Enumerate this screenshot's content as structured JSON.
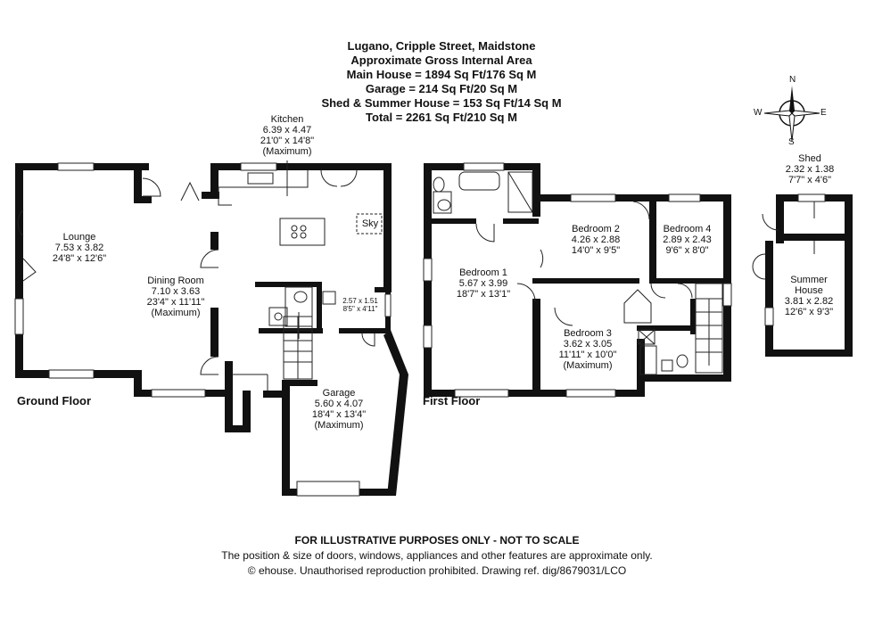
{
  "header": {
    "address": "Lugano, Cripple Street, Maidstone",
    "subtitle": "Approximate Gross Internal Area",
    "main_house": "Main House = 1894 Sq Ft/176 Sq M",
    "garage_area": "Garage = 214 Sq Ft/20 Sq M",
    "shed_summer": "Shed & Summer House = 153 Sq Ft/14 Sq M",
    "total": "Total = 2261 Sq Ft/210 Sq M"
  },
  "floors": {
    "ground": "Ground Floor",
    "first": "First Floor"
  },
  "rooms": {
    "kitchen": {
      "name": "Kitchen",
      "metric": "6.39 x 4.47",
      "imperial": "21'0\" x 14'8\"",
      "note": "(Maximum)"
    },
    "lounge": {
      "name": "Lounge",
      "metric": "7.53 x 3.82",
      "imperial": "24'8\" x 12'6\""
    },
    "dining": {
      "name": "Dining Room",
      "metric": "7.10 x 3.63",
      "imperial": "23'4\" x 11'11\"",
      "note": "(Maximum)"
    },
    "utility": {
      "metric": "2.57 x 1.51",
      "imperial": "8'5\" x 4'11\""
    },
    "garage": {
      "name": "Garage",
      "metric": "5.60 x 4.07",
      "imperial": "18'4\" x 13'4\"",
      "note": "(Maximum)"
    },
    "bedroom1": {
      "name": "Bedroom 1",
      "metric": "5.67 x 3.99",
      "imperial": "18'7\" x 13'1\""
    },
    "bedroom2": {
      "name": "Bedroom 2",
      "metric": "4.26 x 2.88",
      "imperial": "14'0\" x 9'5\""
    },
    "bedroom3": {
      "name": "Bedroom 3",
      "metric": "3.62 x 3.05",
      "imperial": "11'11\" x 10'0\"",
      "note": "(Maximum)"
    },
    "bedroom4": {
      "name": "Bedroom 4",
      "metric": "2.89 x 2.43",
      "imperial": "9'6\" x 8'0\""
    },
    "shed": {
      "name": "Shed",
      "metric": "2.32 x 1.38",
      "imperial": "7'7\" x 4'6\""
    },
    "summer": {
      "name": "Summer",
      "name2": "House",
      "metric": "3.81 x 2.82",
      "imperial": "12'6\" x 9'3\""
    },
    "sky_label": "Sky"
  },
  "compass": {
    "n": "N",
    "s": "S",
    "e": "E",
    "w": "W"
  },
  "footer": {
    "line1": "FOR ILLUSTRATIVE PURPOSES ONLY - NOT TO SCALE",
    "line2": "The position & size of doors, windows, appliances and other features are approximate only.",
    "line3": "© ehouse. Unauthorised reproduction prohibited. Drawing ref. dig/8679031/LCO"
  }
}
